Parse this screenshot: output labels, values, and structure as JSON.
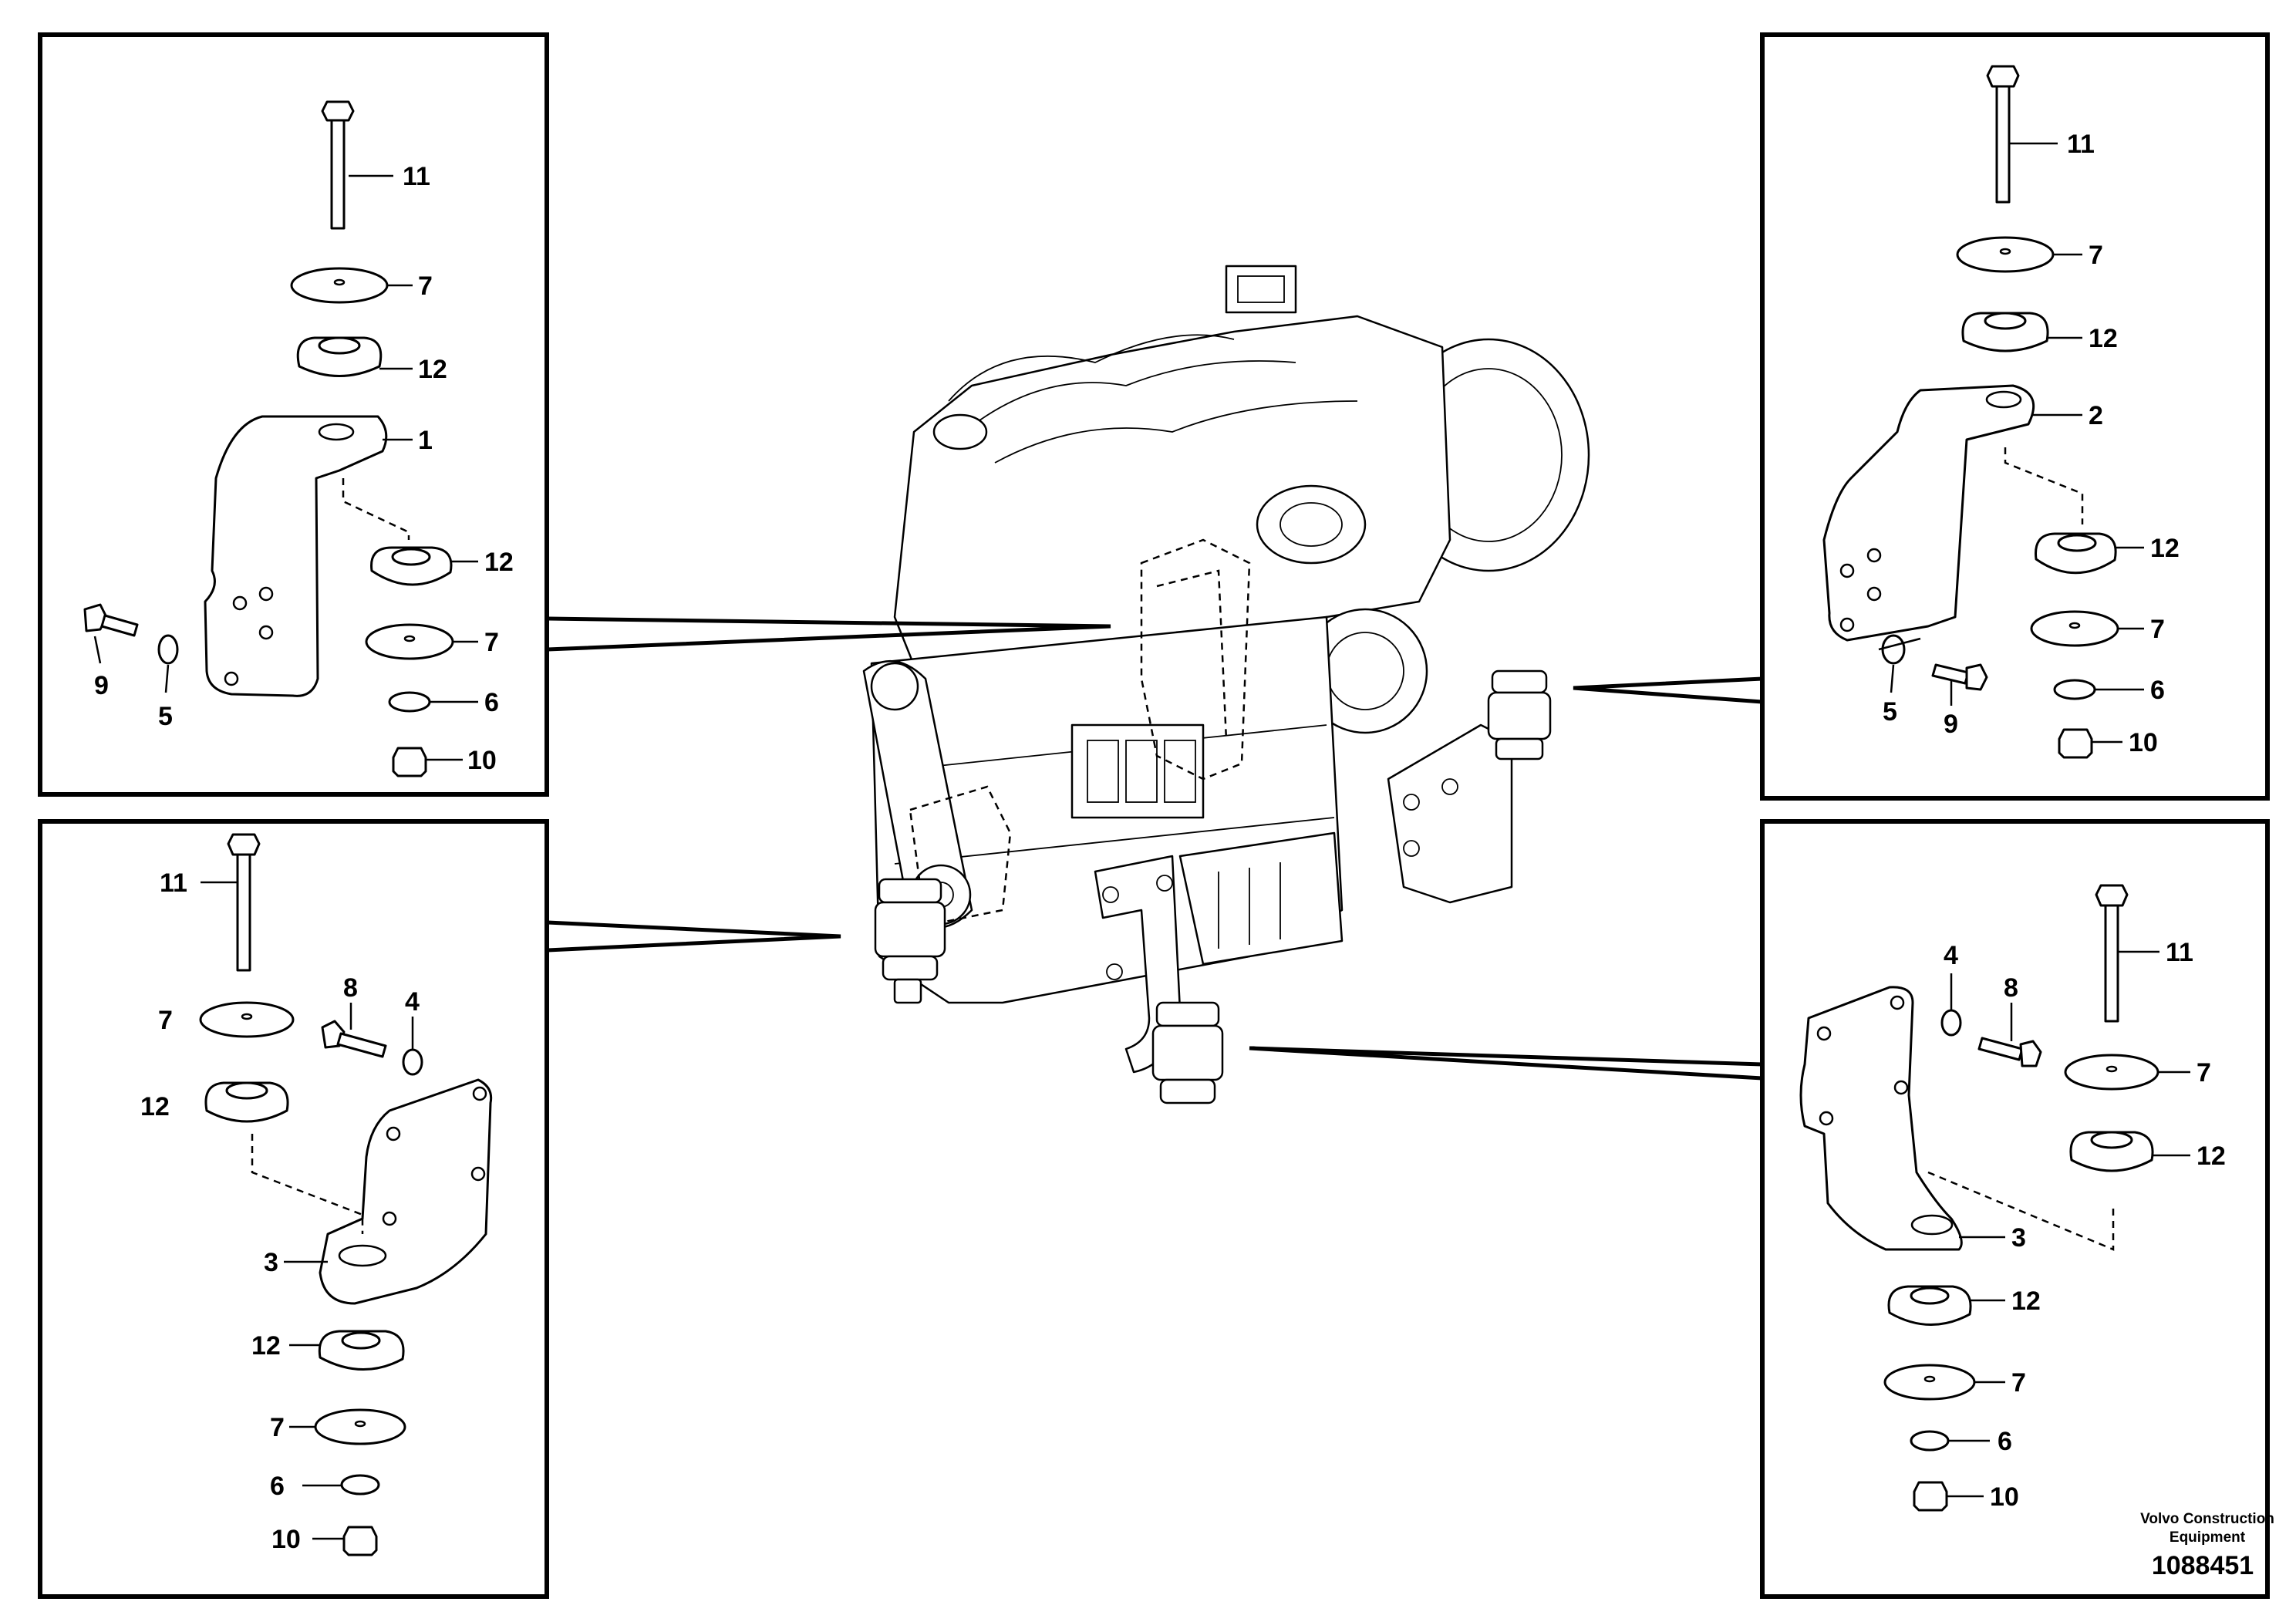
{
  "callouts": {
    "top_left": {
      "bolt": "11",
      "top_washer": "7",
      "top_cushion": "12",
      "bracket": "1",
      "lower_cushion": "12",
      "lower_washer": "7",
      "small_washer": "6",
      "nut": "10",
      "side_bolt": "9",
      "side_washer": "5"
    },
    "top_right": {
      "bolt": "11",
      "top_washer": "7",
      "top_cushion": "12",
      "bracket": "2",
      "lower_cushion": "12",
      "lower_washer": "7",
      "small_washer": "6",
      "nut": "10",
      "side_washer": "5",
      "side_bolt": "9"
    },
    "bottom_left": {
      "bolt": "11",
      "side_bolt": "8",
      "side_washer": "4",
      "top_washer": "7",
      "top_cushion": "12",
      "bracket": "3",
      "lower_cushion": "12",
      "lower_washer": "7",
      "small_washer": "6",
      "nut": "10"
    },
    "bottom_right": {
      "side_washer": "4",
      "side_bolt": "8",
      "bolt": "11",
      "top_washer": "7",
      "top_cushion": "12",
      "bracket": "3",
      "lower_cushion": "12",
      "lower_washer": "7",
      "small_washer": "6",
      "nut": "10"
    }
  },
  "footer": {
    "brand_line1": "Volvo Construction",
    "brand_line2": "Equipment",
    "part_number": "1088451"
  }
}
